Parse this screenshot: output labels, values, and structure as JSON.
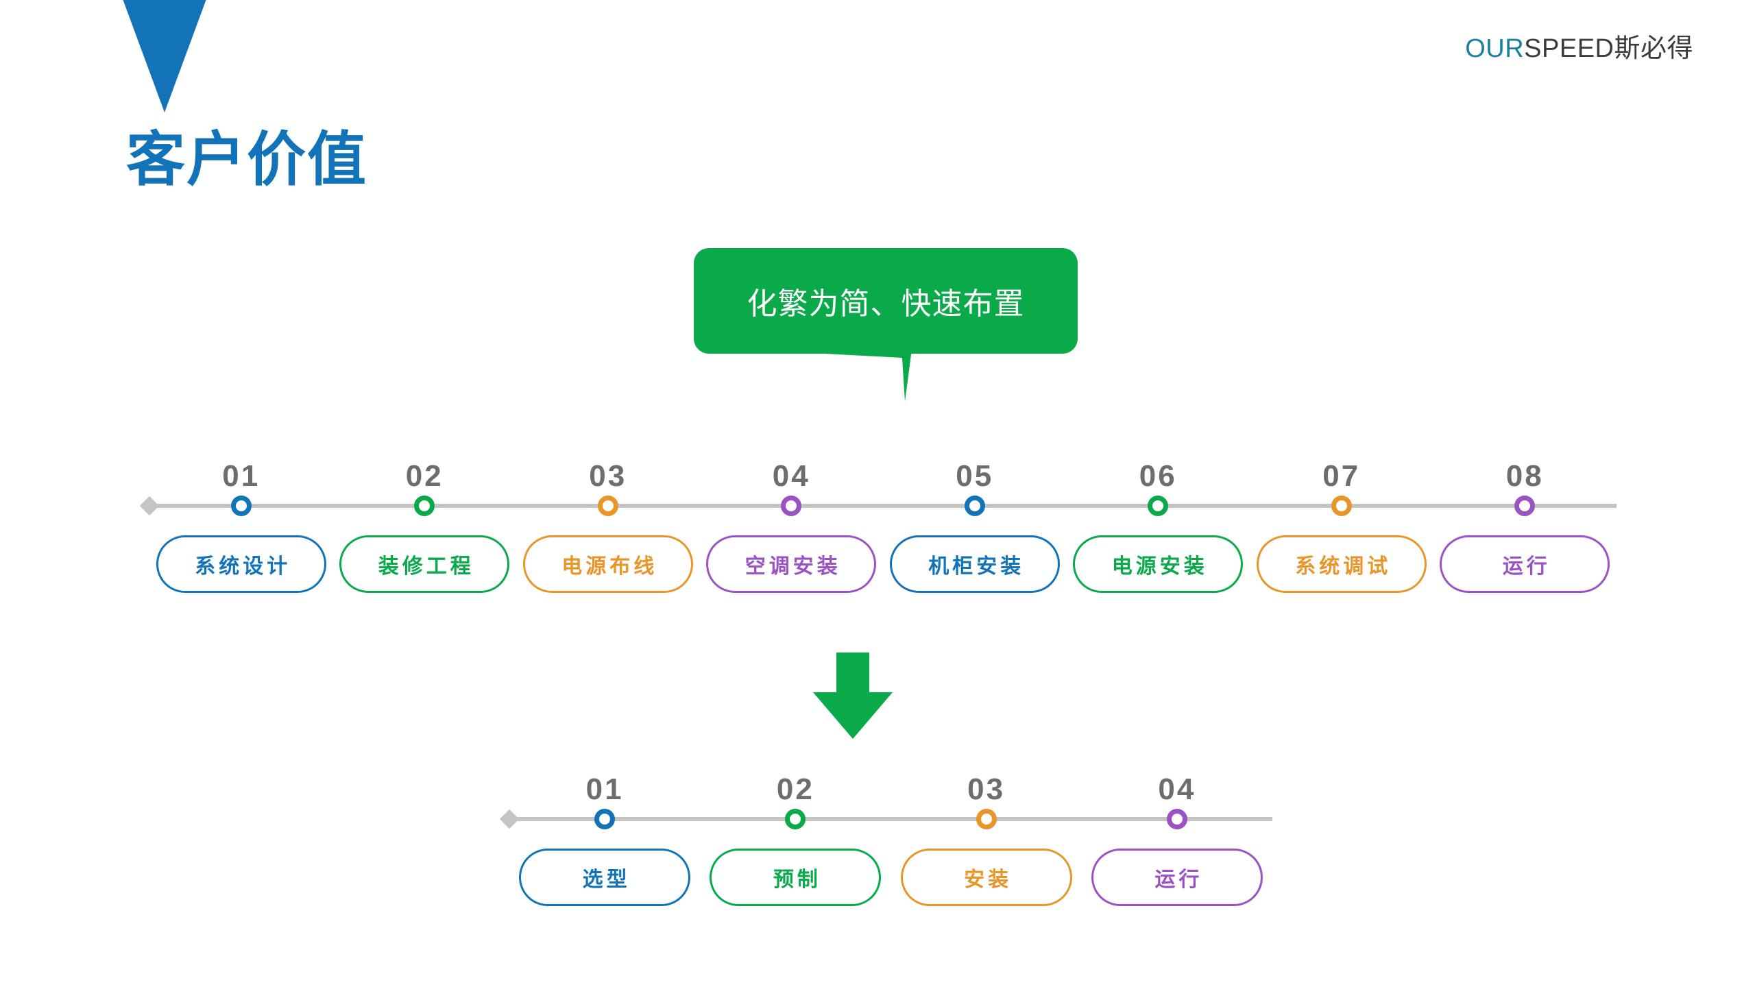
{
  "brand": {
    "prefix": "OUR",
    "rest": "SPEED斯必得",
    "prefix_color": "#1a7fa0",
    "rest_color": "#3b3b3b"
  },
  "title": {
    "text": "客户价值",
    "color": "#1273b8"
  },
  "callout": {
    "text": "化繁为简、快速布置",
    "bg_color": "#0aa94a",
    "text_color": "#ffffff"
  },
  "arrow": {
    "name": "down-arrow",
    "color": "#0aa94a"
  },
  "palette": {
    "blue": "#1273b8",
    "green": "#0aa94a",
    "orange": "#e8952a",
    "purple": "#9a52c4",
    "axis_gray": "#c4c4c4",
    "number_gray": "#6d6d6d"
  },
  "timeline_top": {
    "name": "traditional-process-timeline",
    "steps": [
      {
        "number": "01",
        "label": "系统设计",
        "color": "#1273b8"
      },
      {
        "number": "02",
        "label": "装修工程",
        "color": "#0aa94a"
      },
      {
        "number": "03",
        "label": "电源布线",
        "color": "#e8952a"
      },
      {
        "number": "04",
        "label": "空调安装",
        "color": "#9a52c4"
      },
      {
        "number": "05",
        "label": "机柜安装",
        "color": "#1273b8"
      },
      {
        "number": "06",
        "label": "电源安装",
        "color": "#0aa94a"
      },
      {
        "number": "07",
        "label": "系统调试",
        "color": "#e8952a"
      },
      {
        "number": "08",
        "label": "运行",
        "color": "#9a52c4"
      }
    ]
  },
  "timeline_bottom": {
    "name": "simplified-process-timeline",
    "steps": [
      {
        "number": "01",
        "label": "选型",
        "color": "#1273b8"
      },
      {
        "number": "02",
        "label": "预制",
        "color": "#0aa94a"
      },
      {
        "number": "03",
        "label": "安装",
        "color": "#e8952a"
      },
      {
        "number": "04",
        "label": "运行",
        "color": "#9a52c4"
      }
    ]
  }
}
